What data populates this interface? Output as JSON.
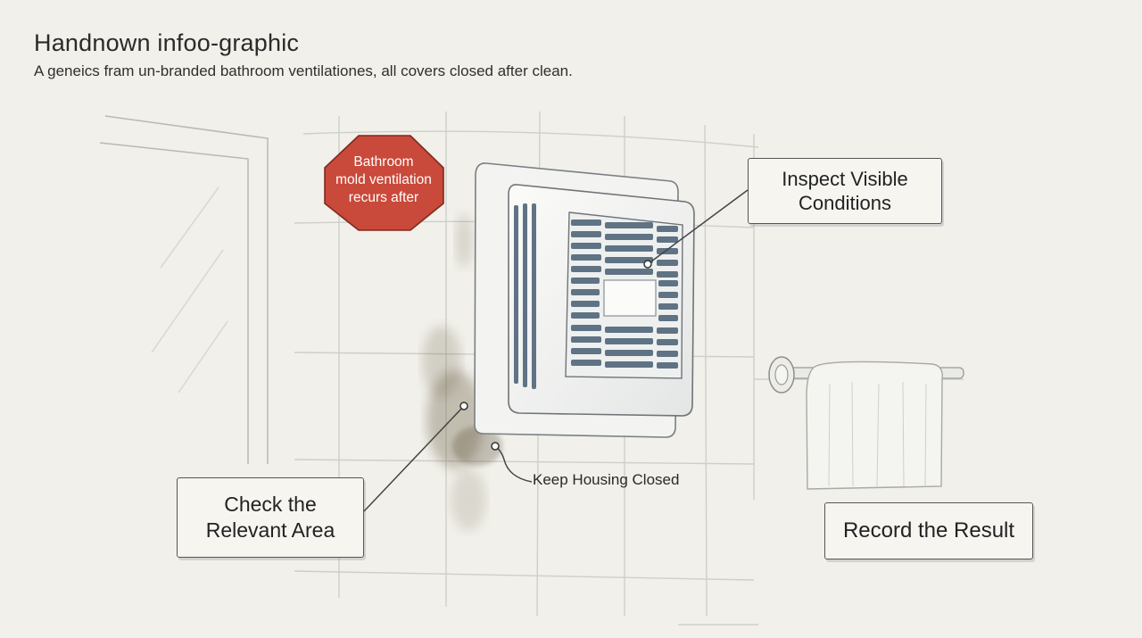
{
  "header": {
    "title": "Handnown infoo-graphic",
    "subtitle": "A geneics fram un-branded bathroom ventilationes, all covers closed after clean."
  },
  "sign": {
    "lines": [
      "Bathroom",
      "mold ventilation",
      "recurs after"
    ]
  },
  "callouts": {
    "inspect": [
      "Inspect Visible",
      "Conditions"
    ],
    "check": [
      "Check the",
      "Relevant Area"
    ],
    "record": "Record the Result",
    "keep_housing": "Keep Housing Closed"
  },
  "colors": {
    "background": "#f1f0ea",
    "sign_red": "#c9493a",
    "vent_slat": "#5f7385",
    "mold": "#6b5f45",
    "line": "#444444"
  }
}
